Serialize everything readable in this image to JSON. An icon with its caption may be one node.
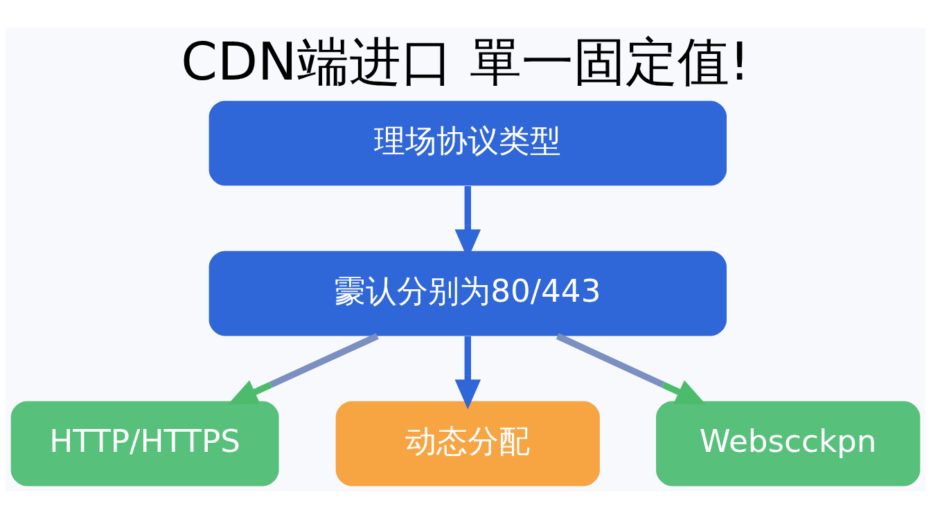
{
  "diagram": {
    "title": "CDN端进口 單一固定值!",
    "nodes": [
      {
        "text": [
          "理场协议类型"
        ]
      },
      {
        "text": [
          "霥认分别为80/443"
        ]
      },
      {
        "text": [
          "HTTP/HTTPS"
        ]
      },
      {
        "text": [
          "动态分配"
        ]
      },
      {
        "text": [
          "Webscckpn"
        ]
      }
    ],
    "edges": [
      {
        "from": 0,
        "to": 1,
        "arrow": "to"
      },
      {
        "from": 1,
        "to": 2,
        "arrow": "to",
        "color": "#7b8fc0"
      },
      {
        "from": 1,
        "to": 3,
        "arrow": "to"
      },
      {
        "from": 1,
        "to": 4,
        "arrow": "to",
        "color": "#7b8fc0"
      }
    ]
  }
}
